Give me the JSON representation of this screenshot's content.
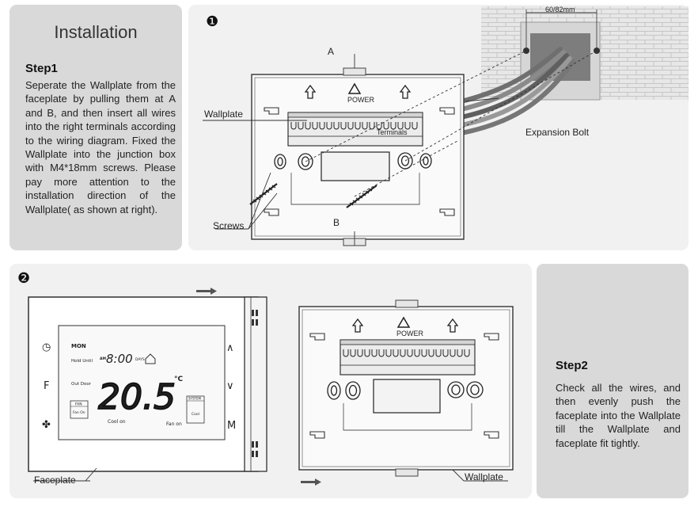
{
  "step1": {
    "title": "Installation",
    "heading": "Step1",
    "text": "Seperate the Wallplate from the faceplate by pulling them at A and B, and then insert all wires into the right terminals according to the wiring diagram. Fixed the Wallplate into the junction box with M4*18mm screws. Please pay more attention to the installation direction of the Wallplate( as shown at right)."
  },
  "figure1": {
    "badge": "❶",
    "label_a": "A",
    "label_b": "B",
    "label_wallplate": "Wallplate",
    "label_terminals": "Terminals",
    "label_screws": "Screws",
    "label_expansion_bolt": "Expansion Bolt",
    "box_dimension": "60/82mm",
    "power_text": "POWER"
  },
  "figure2": {
    "badge": "❷",
    "label_faceplate": "Faceplate",
    "label_wallplate": "Wallplate",
    "power_text": "POWER",
    "screen": {
      "day": "MON",
      "time": "8:00",
      "am_pm": "AM",
      "days_label": "DAYS",
      "hold_until": "Hold Until",
      "outdoor": "Out Door",
      "temperature": "20.5",
      "unit": "°C",
      "fan_box_title": "FAN",
      "fan_box_value": "Fan On",
      "system_box_title": "SYSTEM",
      "system_box_value": "Cool",
      "cool_on": "Cool on",
      "fan_on": "Fan on"
    },
    "side_keys": {
      "clock": "◷",
      "f": "F",
      "fan": "✤",
      "up": "∧",
      "down": "∨",
      "m": "M"
    }
  },
  "step2": {
    "heading": "Step2",
    "text": "Check all the wires, and then evenly push the faceplate into the Wallplate till the Wallplate and faceplate fit tightly."
  }
}
